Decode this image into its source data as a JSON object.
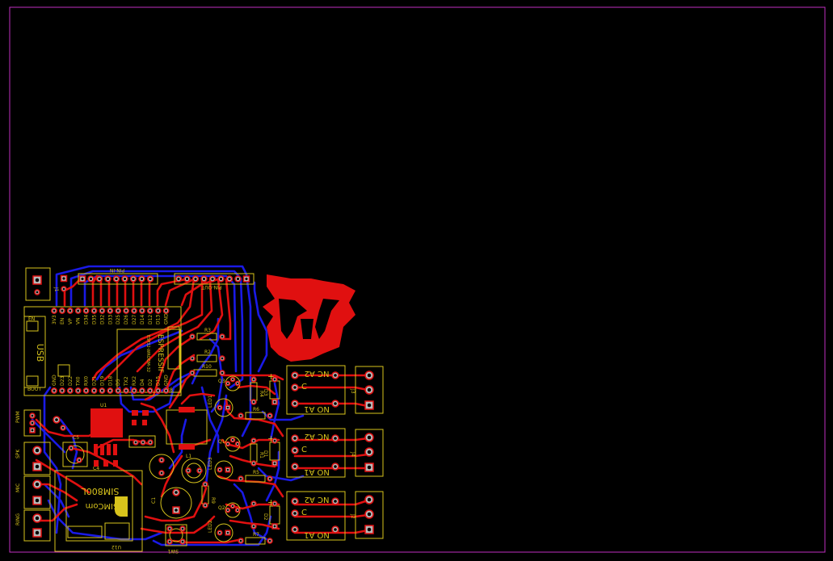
{
  "labels": {
    "pin_in": "PIN-IN",
    "pin_out": "PIN-OUT",
    "usb": "USB",
    "esp_lines": [
      "ESP32-WROOM-32",
      "ESPRESSIF"
    ],
    "sim_brand": "SIM800L",
    "sim_com": "SIMCom",
    "u1": "U1",
    "u12": "U12",
    "pwm": "PWM",
    "spk": "SPK",
    "mic": "MIC",
    "ring": "RING",
    "c5": "C5",
    "c4": "C4",
    "c1": "C1",
    "l1": "L1",
    "r1": "R1",
    "r2": "R2",
    "r3": "R3",
    "r4": "R4",
    "r5": "R5",
    "r6": "R6",
    "r7": "R7",
    "r8": "R8",
    "r9": "R9",
    "r10": "R10",
    "d1": "D1",
    "d2": "D2",
    "d3": "D3",
    "d4": "D4",
    "led1": "LED1",
    "led2": "LED2",
    "led3": "LED3",
    "q1": "Q1",
    "q2": "Q2",
    "q3": "Q3",
    "sw1": "SW1",
    "j1": "J1",
    "j2": "J2",
    "j3": "J3",
    "j4": "J4",
    "relay_nc_a2": "NC A2",
    "relay_c": "C",
    "relay_no_a1": "NO A1",
    "plus": "+",
    "en": "EN",
    "boot": "BOOT",
    "esp_top_pins": [
      "3V3",
      "EN",
      "VP",
      "VN",
      "D34",
      "D35",
      "D32",
      "D33",
      "D25",
      "D26",
      "D27",
      "D14",
      "D12",
      "D13",
      "GND",
      "VIN"
    ],
    "esp_bottom_pins": [
      "GND",
      "D23",
      "D22",
      "TX0",
      "RX0",
      "D21",
      "D19",
      "D18",
      "D5",
      "TX2",
      "RX2",
      "D4",
      "D2",
      "D15",
      "GND",
      "3V3"
    ]
  },
  "colors": {
    "top_copper": "#e01010",
    "bottom_copper": "#1a1ae6",
    "silkscreen": "#d8c41c",
    "board_outline": "#c030c0"
  }
}
